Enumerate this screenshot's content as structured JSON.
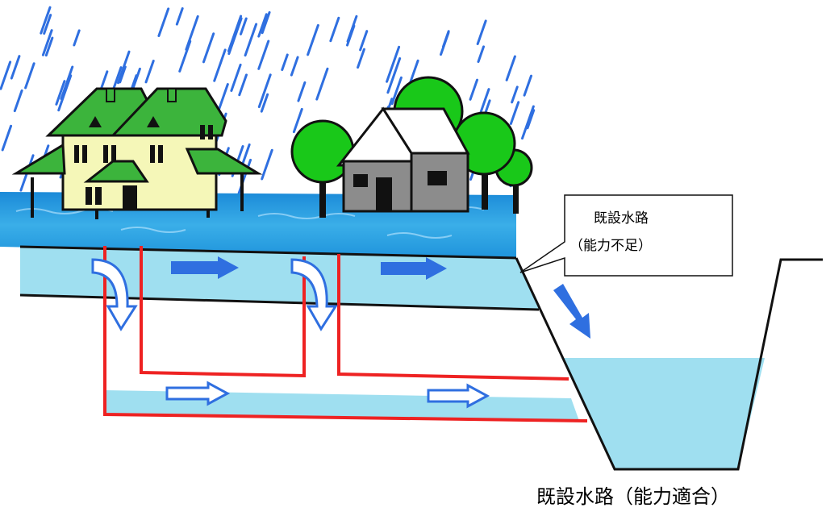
{
  "callout": {
    "line1": "既設水路",
    "line2": "（能力不足）"
  },
  "bottom_label": "既設水路（能力適合）",
  "colors": {
    "rain": "#2f6fe0",
    "house_roof": "#3cb43c",
    "house_wall": "#f5f7b8",
    "house2_wall": "#8c8c8c",
    "tree": "#19c819",
    "flood_water": "#2a9de0",
    "channel_water": "#9fdff0",
    "new_pipe": "#ee2222",
    "flow_arrow": "#2f6fe0"
  }
}
